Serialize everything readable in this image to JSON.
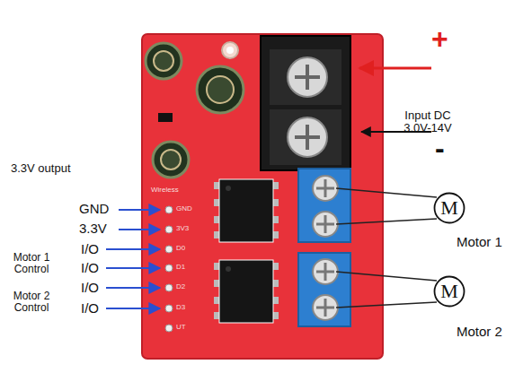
{
  "diagram": {
    "nodes": [
      {
        "text": [
          "M"
        ]
      },
      {
        "text": [
          "M"
        ]
      }
    ],
    "labels": [
      "+",
      "-",
      "Input DC 3.0V-14V",
      "3.3V output",
      "GND",
      "3.3V",
      "I/O",
      "Motor 1 Control",
      "I/O",
      "I/O",
      "Motor 2 Control",
      "I/O",
      "Motor 1",
      "Motor 2",
      "Wireless",
      "GND",
      "3V3",
      "D0",
      "D1",
      "D2",
      "D3",
      "UT"
    ]
  }
}
